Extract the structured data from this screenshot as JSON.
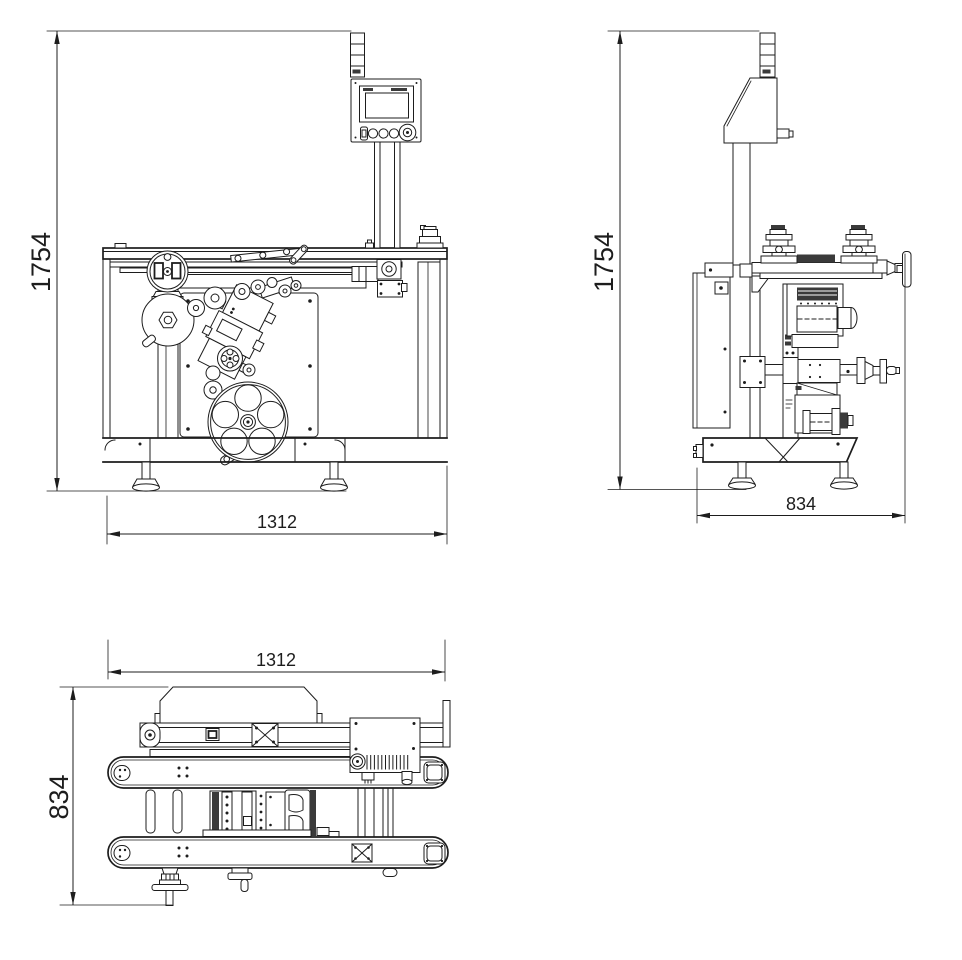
{
  "drawing": {
    "type": "technical-orthographic-views",
    "subject": "labeling-machine",
    "colors": {
      "line": "#1d1d1d",
      "background": "#ffffff",
      "dark_fill": "#3a3a3a"
    },
    "views": {
      "front": {
        "name": "front-view"
      },
      "side": {
        "name": "side-view"
      },
      "top": {
        "name": "top-view"
      }
    }
  },
  "dimensions": {
    "front_height": "1754",
    "front_width": "1312",
    "side_height": "1754",
    "side_width": "834",
    "top_width": "1312",
    "top_depth": "834"
  }
}
